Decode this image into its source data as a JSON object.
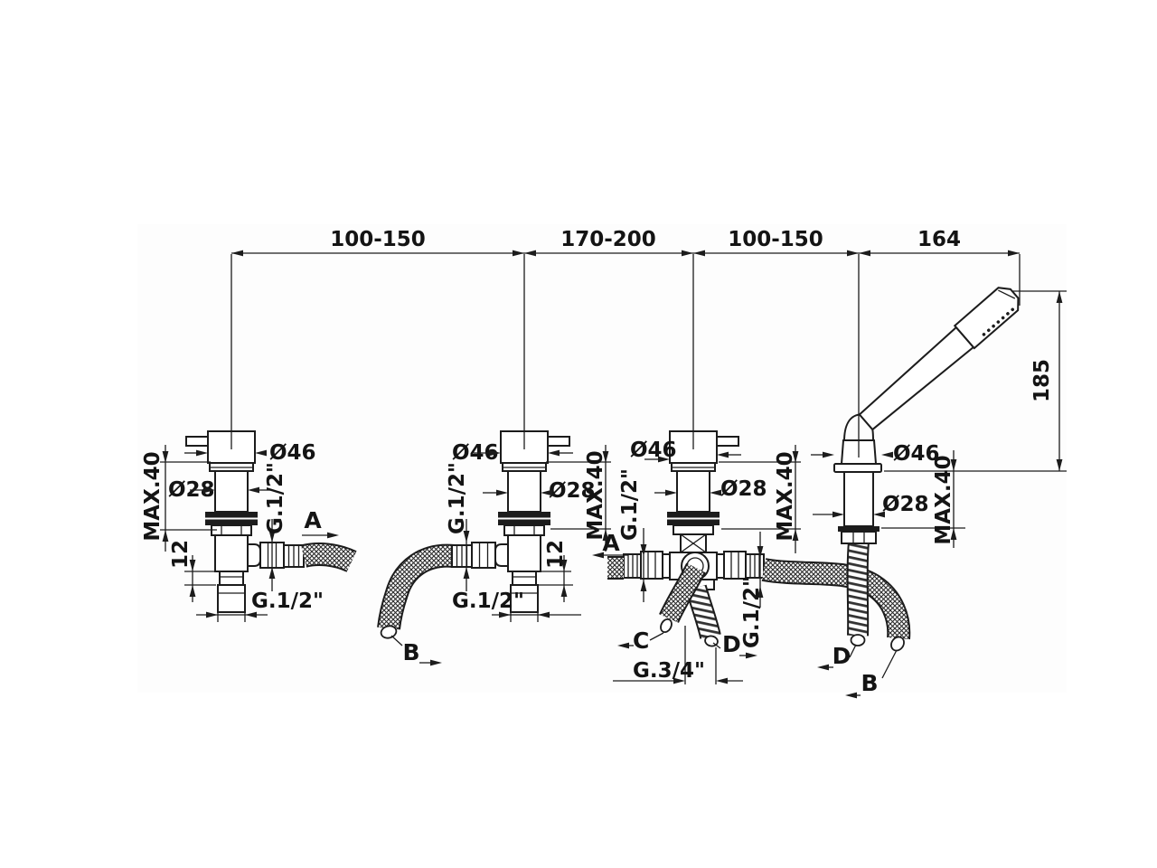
{
  "diagram": {
    "top_spans": {
      "span1": "100-150",
      "span2": "170-200",
      "span3": "100-150",
      "span4": "164"
    },
    "shower_height": "185",
    "cap_diameter": "Ø46",
    "shank_diameter": "Ø28",
    "max_deck": "MAX.40",
    "spacer_height": "12",
    "thread_half": "G.1/2\"",
    "thread_three_quarter": "G.3/4\"",
    "connections": {
      "a": "A",
      "b": "B",
      "c": "C",
      "d": "D"
    },
    "colors": {
      "line": "#1c1c1c",
      "background": "#ffffff"
    }
  }
}
